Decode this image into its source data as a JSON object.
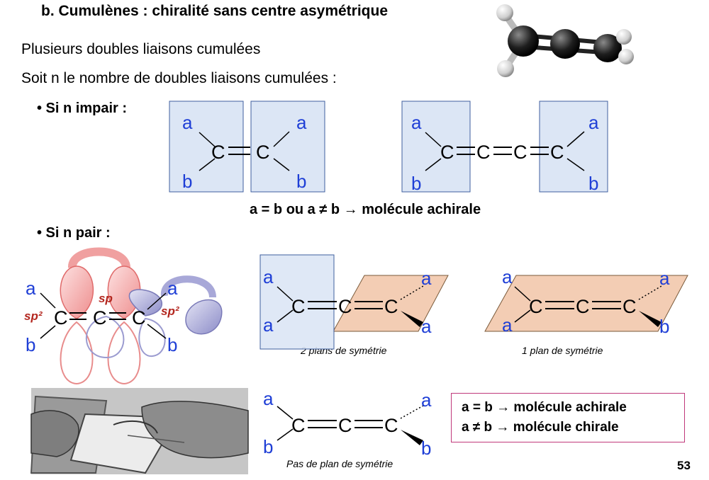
{
  "slide": {
    "title": "b. Cumulènes : chiralité sans centre asymétrique",
    "line1": "Plusieurs doubles liaisons cumulées",
    "line2": "Soit n le nombre de doubles liaisons cumulées :",
    "bullet_odd": "•   Si n impair :",
    "bullet_even": "•   Si n pair :",
    "achiral_statement": "a = b ou a ≠ b  → molécule achirale",
    "caption_two_planes": "2 plans de symétrie",
    "caption_one_plane": "1 plan de symétrie",
    "caption_no_plane": "Pas de plan de symétrie",
    "rule_achiral": "a = b → molécule achirale",
    "rule_chiral": "a ≠ b → molécule chirale",
    "page_number": "53"
  },
  "labels": {
    "carbon": "C",
    "sub_a": "a",
    "sub_b": "b",
    "hybrid_sp": "sp",
    "hybrid_sp2": "sp²"
  },
  "colors": {
    "substituent": "#1f3fd6",
    "sp_label": "#b3261e",
    "box_fill": "#dce6f5",
    "plane_fill": "#f3cdb4",
    "rule_border": "#c0397b"
  },
  "icons": [
    "allene-ball-stick-model",
    "orbital-diagram",
    "hands-folding-paper-photo"
  ]
}
